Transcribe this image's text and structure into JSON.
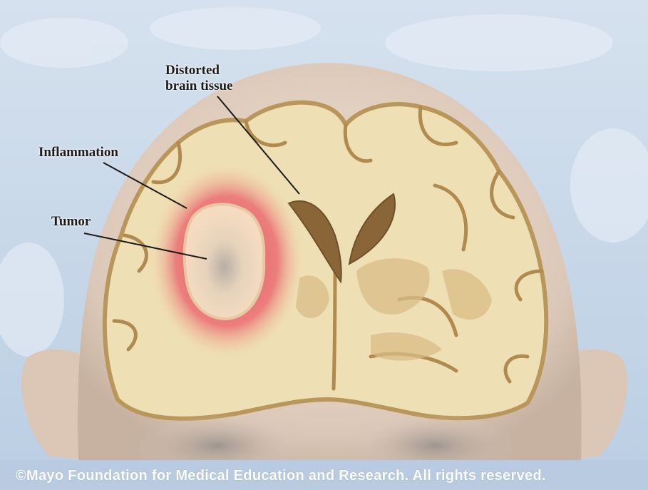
{
  "labels": {
    "distorted_line1": "Distorted",
    "distorted_line2": "brain tissue",
    "inflammation": "Inflammation",
    "tumor": "Tumor"
  },
  "copyright": "©Mayo Foundation for Medical Education and Research.  All rights reserved.",
  "colors": {
    "sky": "#c9d8ea",
    "skin": "#e8d6c8",
    "brain_tissue": "#efdfb4",
    "brain_outline": "#b9975a",
    "inflammation": "#e36a6a",
    "tumor": "#f1d6b4",
    "copyright_bar": "#b9cbe0"
  }
}
